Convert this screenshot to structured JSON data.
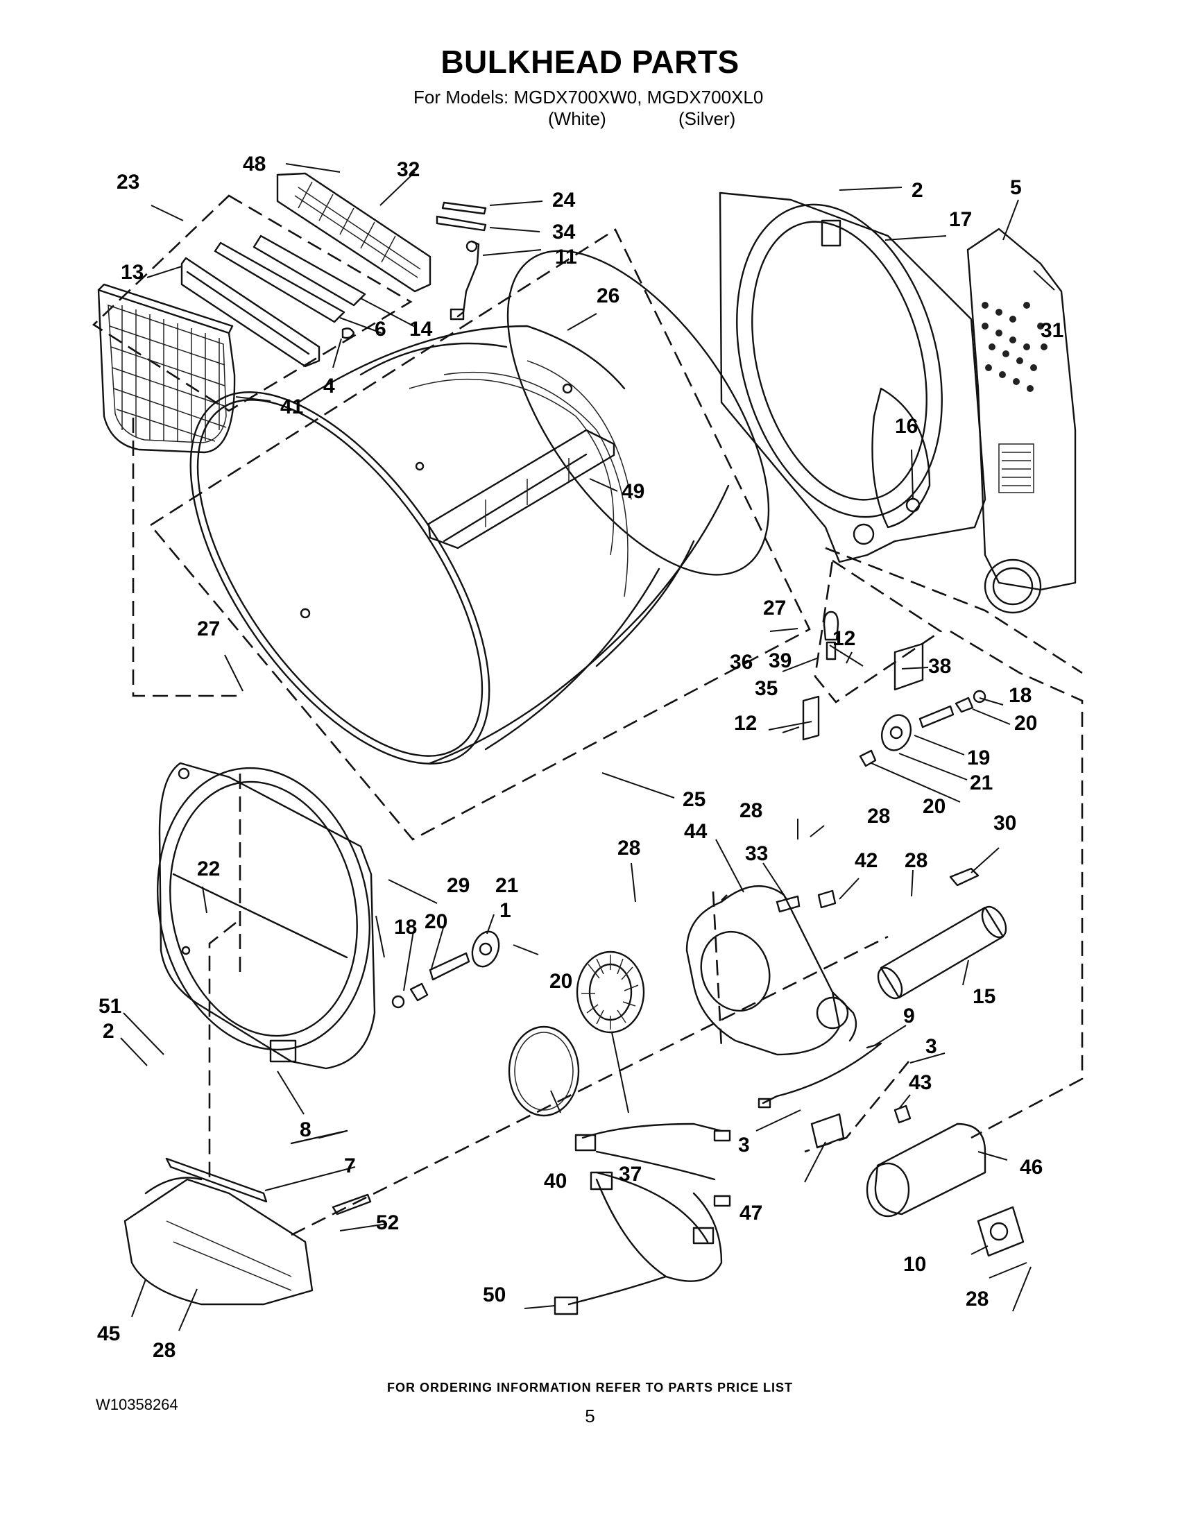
{
  "title": "BULKHEAD PARTS",
  "subtitle": "For Models: MGDX700XW0, MGDX700XL0",
  "model_variants": [
    "(White)",
    "(Silver)"
  ],
  "footer_note": "FOR ORDERING INFORMATION REFER TO PARTS PRICE LIST",
  "document_number": "W10358264",
  "page_number": "5",
  "part_callouts": [
    "48",
    "32",
    "23",
    "24",
    "34",
    "11",
    "13",
    "6",
    "14",
    "4",
    "41",
    "26",
    "2",
    "17",
    "5",
    "31",
    "16",
    "49",
    "27",
    "27",
    "12",
    "36",
    "39",
    "38",
    "18",
    "35",
    "12",
    "20",
    "19",
    "21",
    "20",
    "25",
    "28",
    "28",
    "44",
    "30",
    "33",
    "42",
    "28",
    "28",
    "22",
    "29",
    "21",
    "1",
    "18",
    "20",
    "20",
    "51",
    "2",
    "15",
    "9",
    "3",
    "43",
    "8",
    "7",
    "40",
    "37",
    "3",
    "47",
    "46",
    "52",
    "10",
    "45",
    "28",
    "50",
    "28"
  ]
}
